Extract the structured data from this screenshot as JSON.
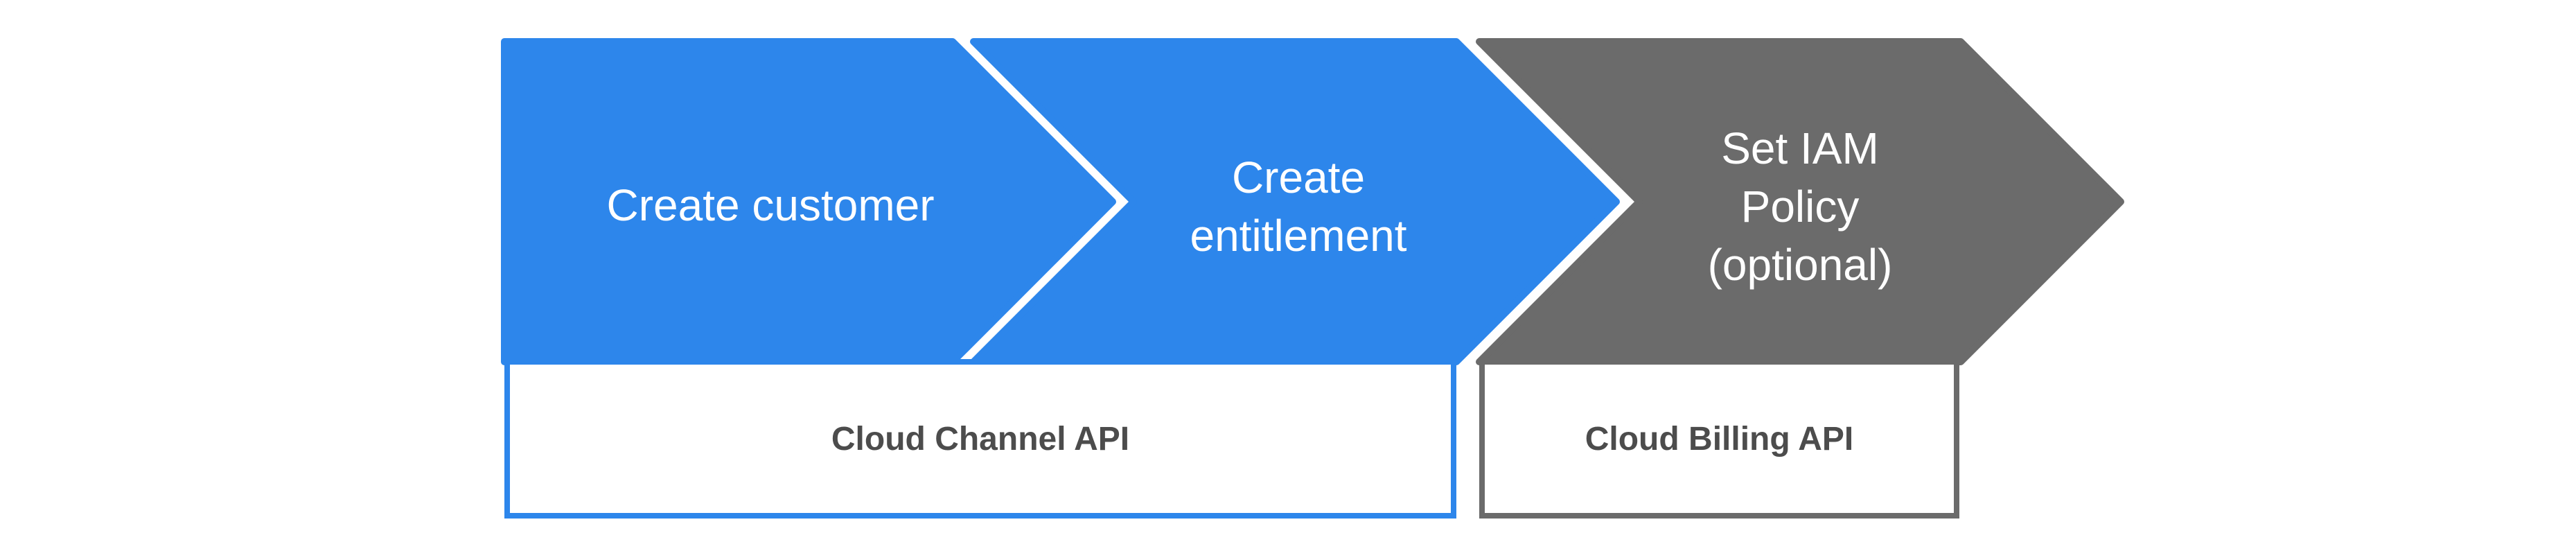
{
  "colors": {
    "blue": "#2d86eb",
    "gray": "#6b6b6b",
    "text_dark": "#4c4c4c",
    "label_white": "#ffffff",
    "background": "#ffffff"
  },
  "flow": {
    "steps": [
      {
        "id": "create-customer",
        "lines": [
          "Create customer"
        ],
        "color": "blue"
      },
      {
        "id": "create-entitlement",
        "lines": [
          "Create",
          "entitlement"
        ],
        "color": "blue"
      },
      {
        "id": "set-iam-policy",
        "lines": [
          "Set IAM",
          "Policy",
          "(optional)"
        ],
        "color": "gray"
      }
    ],
    "api_boxes": [
      {
        "id": "cloud-channel-api",
        "label": "Cloud Channel API",
        "accent": "blue"
      },
      {
        "id": "cloud-billing-api",
        "label": "Cloud Billing API",
        "accent": "gray"
      }
    ]
  }
}
